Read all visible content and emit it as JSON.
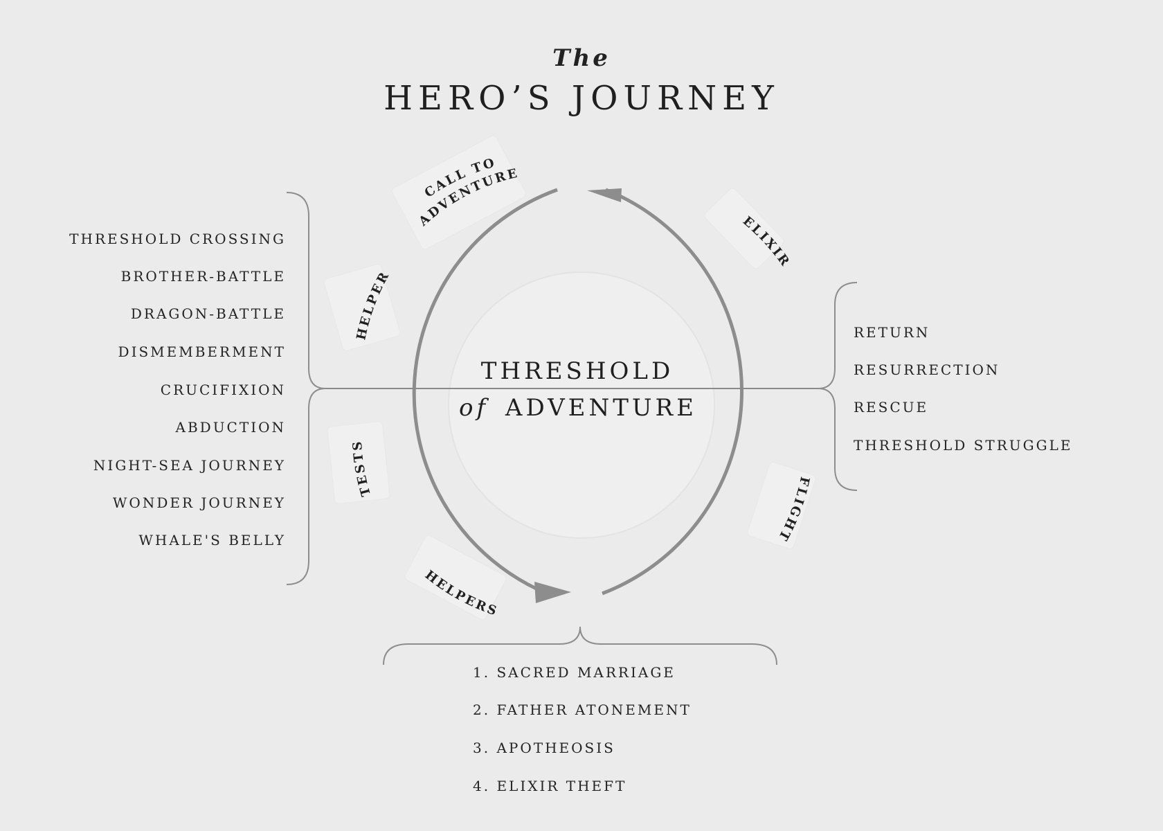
{
  "title": {
    "small": "The",
    "main": "HERO’S JOURNEY"
  },
  "center": {
    "line1": "THRESHOLD",
    "line2_of": "of",
    "line2_rest": "ADVENTURE"
  },
  "arc_labels": {
    "call_to_adventure": [
      "CALL TO",
      "ADVENTURE"
    ],
    "helper": "HELPER",
    "tests": "TESTS",
    "helpers": "HELPERS",
    "elixir": "ELIXIR",
    "flight": "FLIGHT"
  },
  "left_list": [
    "THRESHOLD CROSSING",
    "BROTHER-BATTLE",
    "DRAGON-BATTLE",
    "DISMEMBERMENT",
    "CRUCIFIXION",
    "ABDUCTION",
    "NIGHT-SEA JOURNEY",
    "WONDER JOURNEY",
    "WHALE'S BELLY"
  ],
  "right_list": [
    "RETURN",
    "RESURRECTION",
    "RESCUE",
    "THRESHOLD STRUGGLE"
  ],
  "bottom_list": [
    "1. SACRED MARRIAGE",
    "2. FATHER ATONEMENT",
    "3. APOTHEOSIS",
    "4. ELIXIR THEFT"
  ],
  "colors": {
    "background": "#ebebeb",
    "circle": "#8d8d8d",
    "text": "#222222"
  }
}
